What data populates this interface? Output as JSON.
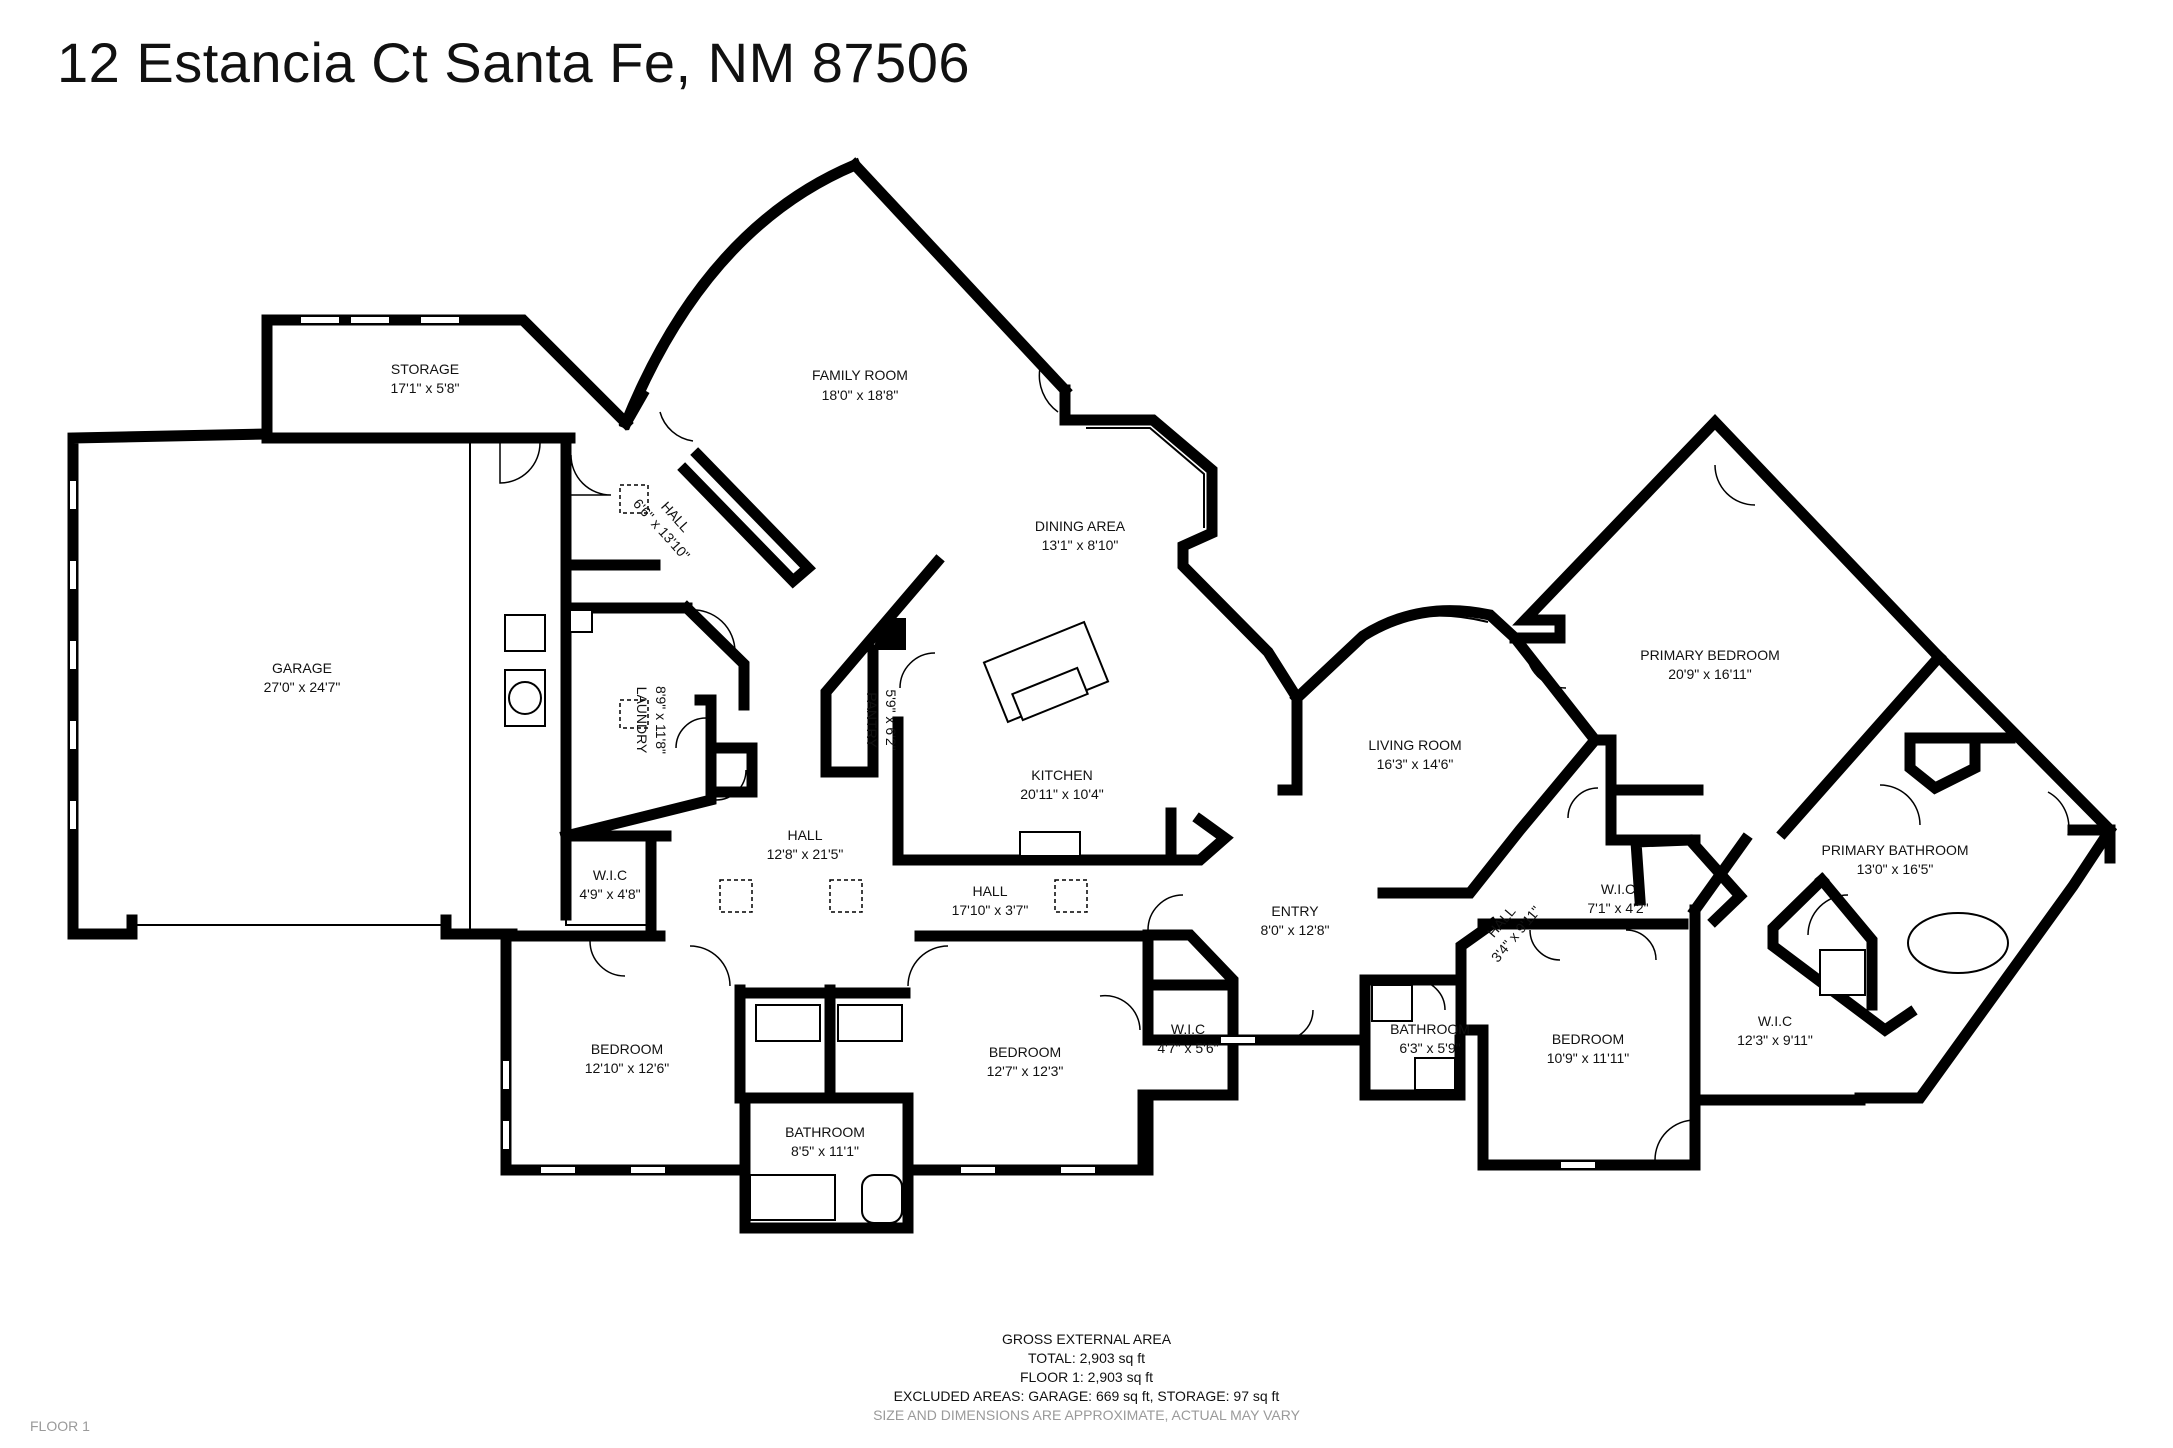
{
  "address": "12 Estancia Ct Santa Fe, NM 87506",
  "rooms": [
    {
      "id": "storage",
      "name": "STORAGE",
      "dims": "17'1\" x 5'8\""
    },
    {
      "id": "garage",
      "name": "GARAGE",
      "dims": "27'0\" x 24'7\""
    },
    {
      "id": "hall_a",
      "name": "HALL",
      "dims": "6'6\" x 13'10\""
    },
    {
      "id": "family",
      "name": "FAMILY ROOM",
      "dims": "18'0\" x 18'8\""
    },
    {
      "id": "dining",
      "name": "DINING AREA",
      "dims": "13'1\" x 8'10\""
    },
    {
      "id": "laundry",
      "name": "LAUNDRY",
      "dims": "8'9\" x 11'8\""
    },
    {
      "id": "pantry",
      "name": "PANTRY",
      "dims": "5'9\" x 6'2\""
    },
    {
      "id": "kitchen",
      "name": "KITCHEN",
      "dims": "20'11\" x 10'4\""
    },
    {
      "id": "living",
      "name": "LIVING ROOM",
      "dims": "16'3\" x 14'6\""
    },
    {
      "id": "primary_bed",
      "name": "PRIMARY BEDROOM",
      "dims": "20'9\" x 16'11\""
    },
    {
      "id": "hall_b",
      "name": "HALL",
      "dims": "12'8\" x 21'5\""
    },
    {
      "id": "wic_a",
      "name": "W.I.C",
      "dims": "4'9\" x 4'8\""
    },
    {
      "id": "hall_c",
      "name": "HALL",
      "dims": "17'10\" x 3'7\""
    },
    {
      "id": "entry",
      "name": "ENTRY",
      "dims": "8'0\" x 12'8\""
    },
    {
      "id": "hall_d",
      "name": "HALL",
      "dims": "3'4\" x 9'11\""
    },
    {
      "id": "wic_b",
      "name": "W.I.C",
      "dims": "7'1\" x 4'2\""
    },
    {
      "id": "primary_bath",
      "name": "PRIMARY BATHROOM",
      "dims": "13'0\" x 16'5\""
    },
    {
      "id": "bed1",
      "name": "BEDROOM",
      "dims": "12'10\" x 12'6\""
    },
    {
      "id": "bed2",
      "name": "BEDROOM",
      "dims": "12'7\" x 12'3\""
    },
    {
      "id": "wic_c",
      "name": "W.I.C",
      "dims": "4'7\" x 5'6\""
    },
    {
      "id": "bath_c",
      "name": "BATHROOM",
      "dims": "6'3\" x 5'9\""
    },
    {
      "id": "bed3",
      "name": "BEDROOM",
      "dims": "10'9\" x 11'11\""
    },
    {
      "id": "wic_d",
      "name": "W.I.C",
      "dims": "12'3\" x 9'11\""
    },
    {
      "id": "bath_b",
      "name": "BATHROOM",
      "dims": "8'5\" x 11'1\""
    }
  ],
  "summary": {
    "heading": "GROSS EXTERNAL AREA",
    "total": "TOTAL: 2,903 sq ft",
    "floor": "FLOOR 1: 2,903 sq ft",
    "excluded": "EXCLUDED AREAS: GARAGE: 669 sq ft, STORAGE: 97 sq ft",
    "disclaimer": "SIZE AND DIMENSIONS ARE APPROXIMATE, ACTUAL MAY VARY"
  },
  "floor_label": "FLOOR 1"
}
